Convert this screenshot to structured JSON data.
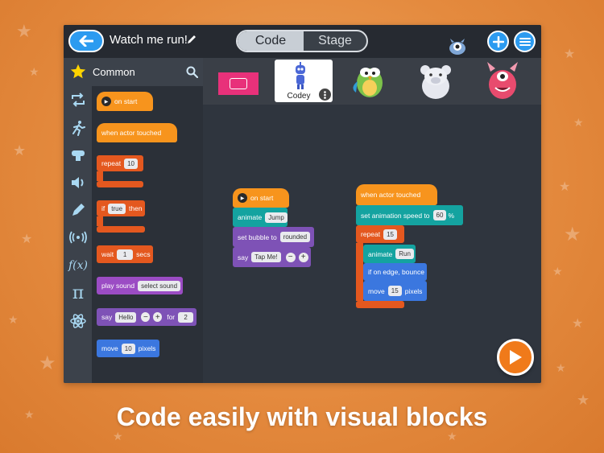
{
  "app": {
    "project_title": "Watch me run!",
    "tabs": [
      {
        "label": "Code",
        "active": true
      },
      {
        "label": "Stage",
        "active": false
      }
    ]
  },
  "palette": {
    "category_label": "Common",
    "category_icons": [
      "star-icon",
      "repeat-icon",
      "running-man-icon",
      "looks-icon",
      "sound-icon",
      "pen-icon",
      "sensing-icon",
      "function-icon",
      "pi-icon",
      "atom-icon"
    ],
    "blocks": {
      "on_start": "on start",
      "when_touched": "when actor touched",
      "repeat": "repeat",
      "repeat_value": "10",
      "if": "if",
      "if_value": "true",
      "then": "then",
      "wait": "wait",
      "wait_value": "1",
      "secs": "secs",
      "play_sound": "play sound",
      "sound_value": "select sound",
      "say": "say",
      "say_value": "Hello",
      "for": "for",
      "for_value": "2",
      "move": "move",
      "move_value": "10",
      "pixels": "pixels"
    }
  },
  "actors": {
    "selected_name": "Codey",
    "list": [
      "stage",
      "Codey",
      "bird",
      "bear",
      "monster"
    ]
  },
  "script1": {
    "on_start": "on start",
    "animate": "animate",
    "animate_value": "Jump",
    "set_bubble": "set bubble to",
    "bubble_value": "rounded",
    "say": "say",
    "say_value": "Tap Me!"
  },
  "script2": {
    "when_touched": "when actor touched",
    "set_speed": "set animation speed to",
    "speed_value": "60",
    "percent": "%",
    "repeat": "repeat",
    "repeat_value": "15",
    "animate": "animate",
    "animate_value": "Run",
    "bounce": "if on edge, bounce",
    "move": "move",
    "move_value": "15",
    "pixels": "pixels"
  },
  "caption": "Code easily with visual blocks",
  "colors": {
    "background": "#e48a3e",
    "accent_blue": "#2c9bf0",
    "event_orange": "#f7941d",
    "control_orange": "#e4581f",
    "motion_blue": "#3b77df",
    "looks_teal": "#14a3a0",
    "sound_purple": "#9b4cc4"
  }
}
